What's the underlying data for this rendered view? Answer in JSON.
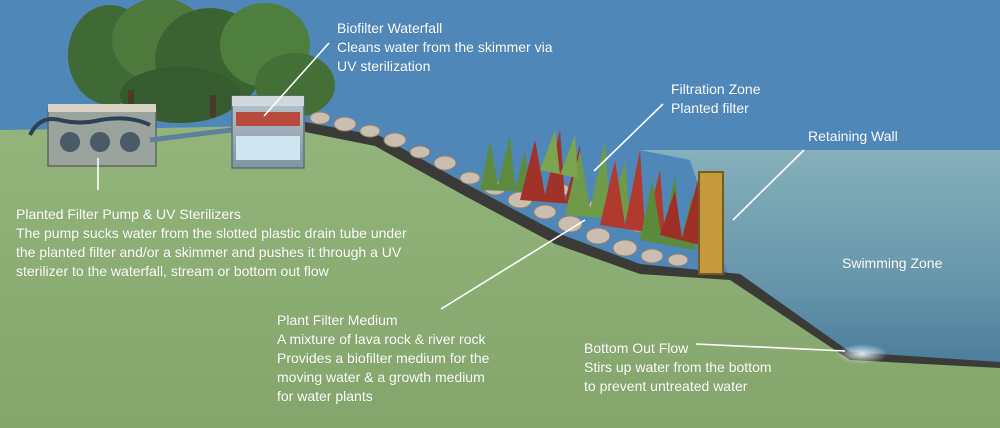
{
  "colors": {
    "sky": "#4f87b9",
    "ground": "#8cae74",
    "water": "#7aa6b3",
    "liner": "#3a3b36",
    "label_text": "#ffffff"
  },
  "labels": {
    "biofilter": {
      "title": "Biofilter Waterfall",
      "body": [
        "Cleans water from the skimmer via",
        "UV sterilization"
      ]
    },
    "filtration": {
      "title": "Filtration Zone",
      "body": [
        "Planted filter"
      ]
    },
    "retaining": {
      "title": "Retaining Wall",
      "body": []
    },
    "pump": {
      "title": "Planted Filter Pump & UV Sterilizers",
      "body": [
        "The pump sucks water from the slotted plastic drain tube under",
        "the planted filter and/or a skimmer and pushes it through a UV",
        "sterilizer to the waterfall, stream or bottom out flow"
      ]
    },
    "swimming": {
      "title": "Swimming Zone",
      "body": []
    },
    "medium": {
      "title": "Plant Filter Medium",
      "body": [
        "A mixture of lava rock & river rock",
        "Provides a biofilter medium for the",
        "moving water & a growth medium",
        "for water plants"
      ]
    },
    "bottom": {
      "title": "Bottom Out Flow",
      "body": [
        "Stirs up water from the bottom",
        "to prevent untreated water"
      ]
    }
  }
}
